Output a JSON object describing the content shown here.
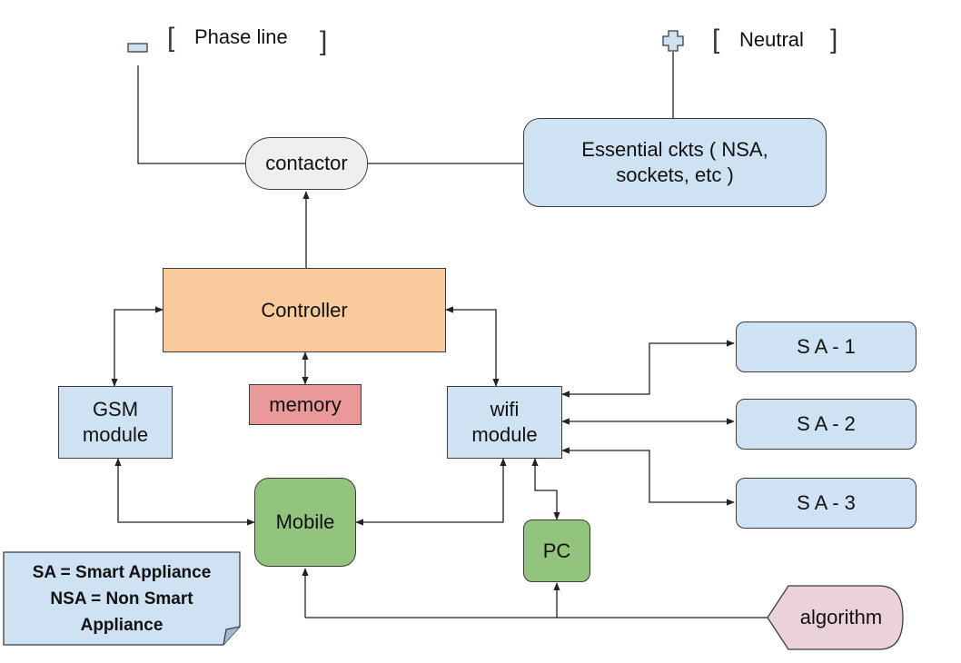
{
  "terminals": {
    "phase": {
      "symbol": "−",
      "label": "Phase line"
    },
    "neutral": {
      "symbol": "+",
      "label": "Neutral"
    }
  },
  "nodes": {
    "contactor": "contactor",
    "essential": "Essential ckts ( NSA, sockets, etc )",
    "controller": "Controller",
    "memory": "memory",
    "gsm": "GSM module",
    "wifi": "wifi module",
    "sa1": "S A - 1",
    "sa2": "S A - 2",
    "sa3": "S A - 3",
    "mobile": "Mobile",
    "pc": "PC",
    "algorithm": "algorithm"
  },
  "legend": {
    "line1": "SA = Smart Appliance",
    "line2": "NSA = Non Smart",
    "line3": "Appliance"
  },
  "colors": {
    "blue_fill": "#cfe2f3",
    "controller_fill": "#f9cb9c",
    "memory_fill": "#ea9999",
    "green_fill": "#93c47d",
    "contactor_fill": "#efefef",
    "algorithm_fill": "#ead1dc",
    "line": "#222222"
  }
}
